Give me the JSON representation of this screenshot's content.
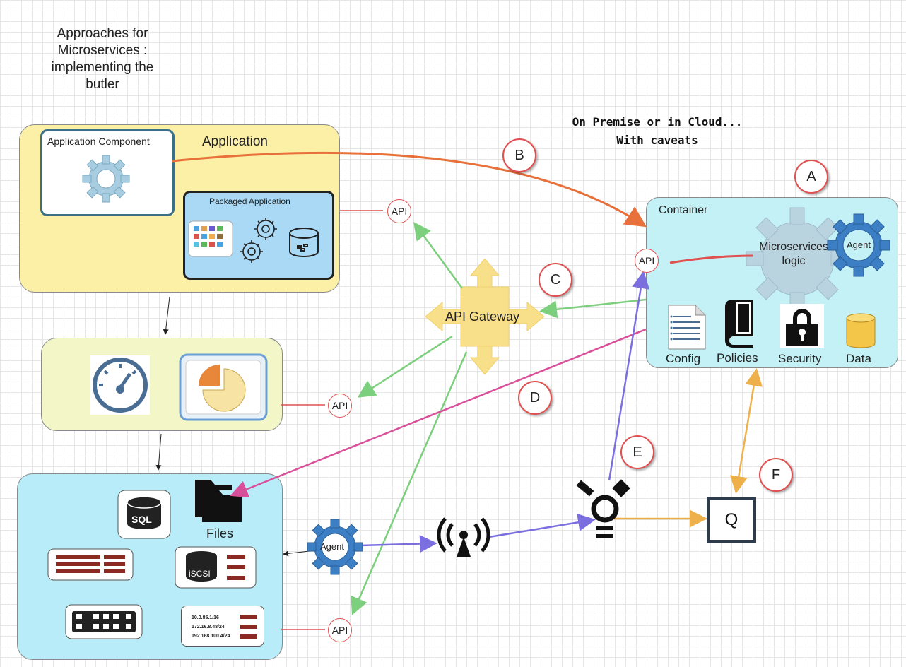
{
  "title": "Approaches for Microservices : implementing the butler",
  "note": "On Premise or in Cloud... With caveats",
  "application": {
    "label": "Application",
    "component_label": "Application Component",
    "packaged_label": "Packaged Application"
  },
  "container": {
    "label": "Container",
    "logic_label": "Microservices logic",
    "agent_label": "Agent",
    "items": [
      "Config",
      "Policies",
      "Security",
      "Data"
    ]
  },
  "gateway": {
    "label": "API Gateway"
  },
  "api_label": "API",
  "storage": {
    "files_label": "Files",
    "sql_label": "SQL",
    "iscsi_label": "iSCSI",
    "ip_lines": [
      "10.0.85.1/16",
      "172.16.8.48/24",
      "192.168.100.4/24"
    ]
  },
  "agent_label": "Agent",
  "queue_label": "Q",
  "markers": [
    "A",
    "B",
    "C",
    "D",
    "E",
    "F"
  ],
  "colors": {
    "orange": "#e8703a",
    "green": "#7ccf7c",
    "pink": "#d9509a",
    "purple": "#7b6fe0",
    "amber": "#eeb04a",
    "red": "#e05050"
  }
}
